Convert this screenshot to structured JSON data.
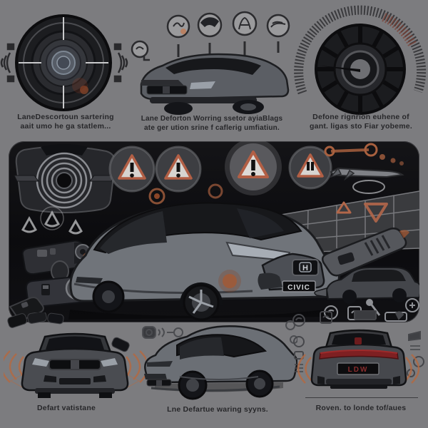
{
  "scene": {
    "description": "Stylized infographic illustration of a Honda Civic and its lane departure warning / sensor systems",
    "front_plate": "CIVIC",
    "rear_plate": "LDW",
    "logo_letter": "H"
  },
  "colors": {
    "background": "#7c7c7f",
    "panel": "#0d0d10",
    "accent_orange": "#cd7f57",
    "warning_red": "#bb6247",
    "tail_red": "#a62c2c",
    "caption_text": "#27272a"
  },
  "top_row": [
    {
      "icon": "camera-lens-icon",
      "caption_lines": [
        "LaneDescortoun sartering",
        "aait umo he ga statlem..."
      ]
    },
    {
      "icon": "car-with-traffic-signs-icon",
      "caption_lines": [
        "Lane Deforton Worring ssetor ayiaBlags",
        "ate ger ution srine f caflerig umfiatiun."
      ]
    },
    {
      "icon": "gauge-dial-icon",
      "caption_lines": [
        "Defone rignrion euhene of",
        "gant. ligas sto Fiar yobeme."
      ]
    }
  ],
  "bottom_row": [
    {
      "icon": "car-front-view-radar-icon",
      "caption_lines": [
        "Defart vatistane"
      ]
    },
    {
      "icon": "car-side-view-icon",
      "caption_lines": [
        "Lne Defartue waring syyns."
      ]
    },
    {
      "icon": "car-rear-view-radar-icon",
      "caption_lines": [
        "Roven. to londe tof/aues"
      ]
    }
  ],
  "icons": [
    "camera-lens-icon",
    "traffic-sign-icon",
    "gauge-dial-icon",
    "rearview-camera-icon",
    "warning-triangle-icon",
    "radar-dart-icon",
    "guardrail-icon",
    "sensor-module-icon",
    "key-fob-icon",
    "screwdriver-icon",
    "button-icon",
    "tray-icon",
    "wagon-car-icon"
  ]
}
